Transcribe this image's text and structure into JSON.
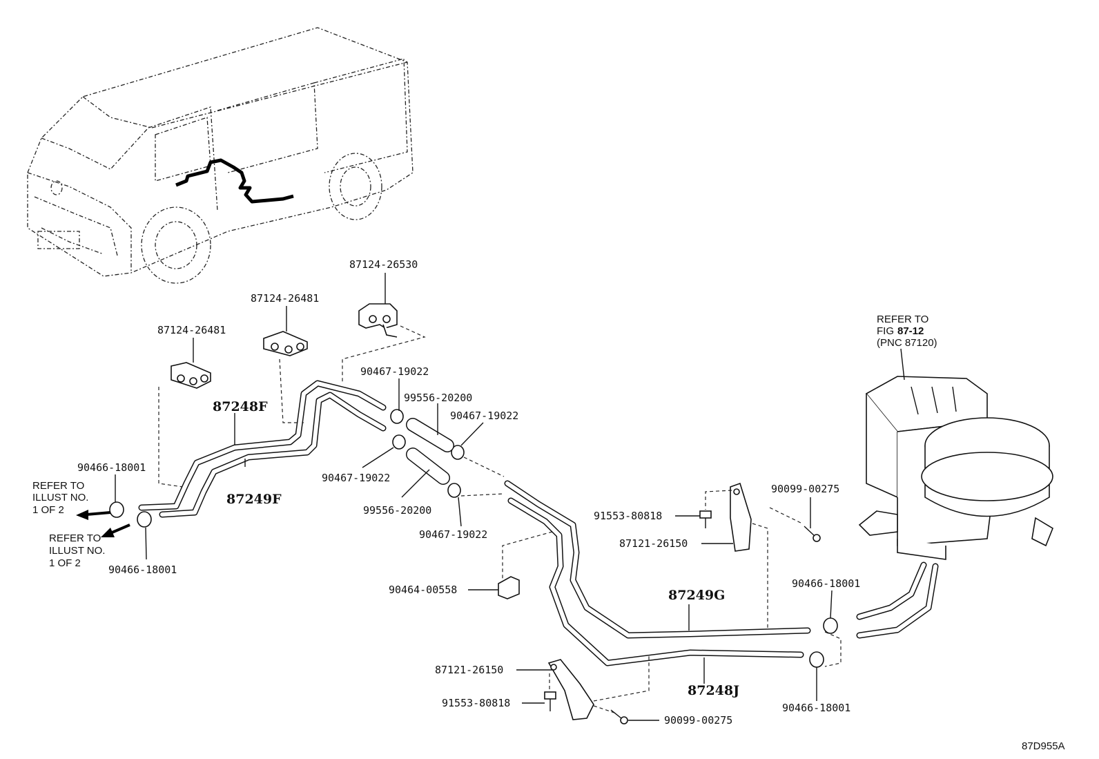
{
  "labels": {
    "p87124_26530": "87124-26530",
    "p87124_26481_a": "87124-26481",
    "p87124_26481_b": "87124-26481",
    "p87248F": "87248F",
    "p87249F": "87249F",
    "p90467_19022_a": "90467-19022",
    "p99556_20200_a": "99556-20200",
    "p90467_19022_b": "90467-19022",
    "p90467_19022_c": "90467-19022",
    "p99556_20200_b": "99556-20200",
    "p90467_19022_d": "90467-19022",
    "p90466_18001_a": "90466-18001",
    "p90466_18001_b": "90466-18001",
    "p91553_80818_a": "91553-80818",
    "p87121_26150_a": "87121-26150",
    "p90099_00275_a": "90099-00275",
    "p90464_00558": "90464-00558",
    "p87249G": "87249G",
    "p87248J": "87248J",
    "p90466_18001_c": "90466-18001",
    "p90466_18001_d": "90466-18001",
    "p87121_26150_b": "87121-26150",
    "p91553_80818_b": "91553-80818",
    "p90099_00275_b": "90099-00275"
  },
  "notes": {
    "refer_left_1": [
      "REFER TO",
      "ILLUST NO.",
      "1 OF 2"
    ],
    "refer_left_2": [
      "REFER TO",
      "ILLUST NO.",
      "1 OF 2"
    ],
    "refer_fig": [
      "REFER TO",
      "FIG",
      "87-12",
      "(PNC 87120)"
    ]
  },
  "figure_id": "87D955A"
}
